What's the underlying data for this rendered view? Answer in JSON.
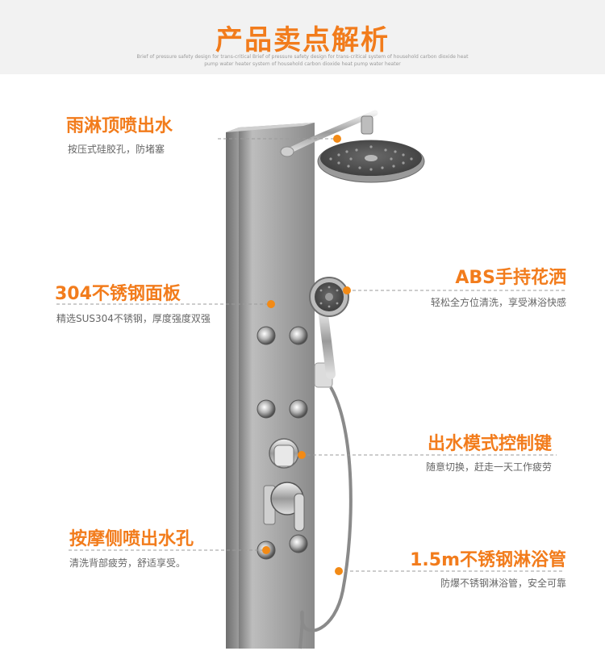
{
  "header": {
    "title": "产品卖点解析",
    "subtitle": "Brief of pressure safety design for trans-critical Brief of pressure safety design for trans-critical system of household carbon dioxide heat pump water heater system of household carbon dioxide heat pump water heater"
  },
  "callouts": [
    {
      "title": "雨淋顶喷出水",
      "desc": "按压式硅胶孔，防堵塞"
    },
    {
      "title": "304不锈钢面板",
      "desc": "精选SUS304不锈钢，厚度强度双强"
    },
    {
      "title": "ABS手持花洒",
      "desc": "轻松全方位清洗，享受淋浴快感"
    },
    {
      "title": "出水模式控制键",
      "desc": "随意切换，赶走一天工作疲劳"
    },
    {
      "title": "按摩侧喷出水孔",
      "desc": "清洗背部疲劳，舒适享受。"
    },
    {
      "title": "1.5m不锈钢淋浴管",
      "desc": "防爆不锈钢淋浴管，安全可靠"
    }
  ],
  "colors": {
    "accent": "#f27c1c",
    "header_bg": "#f2f2f2",
    "text_muted": "#666666"
  }
}
